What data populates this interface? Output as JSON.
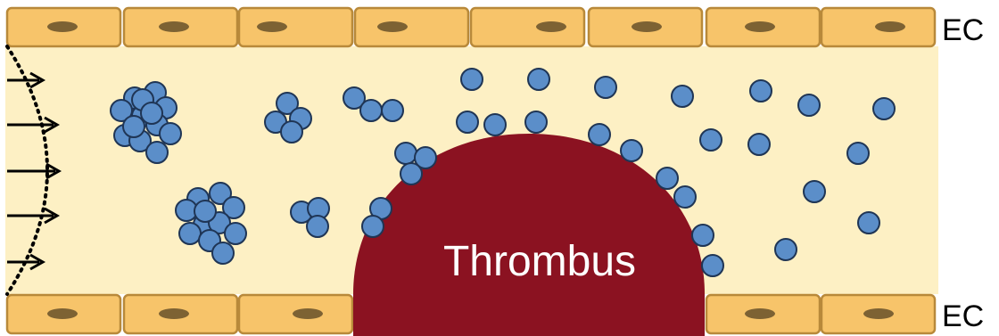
{
  "labels": {
    "endothelium_top": "EC",
    "endothelium_bottom": "EC",
    "thrombus": "Thrombus"
  },
  "colors": {
    "lumen": "#fdf0c4",
    "endothelial_cell": "#f7c46a",
    "endothelial_border": "#b8893a",
    "nucleus": "#7d6233",
    "thrombus": "#8b1221",
    "platelet": "#5b8ec9",
    "platelet_border": "#1f3555",
    "flow_arrow": "#000000"
  }
}
